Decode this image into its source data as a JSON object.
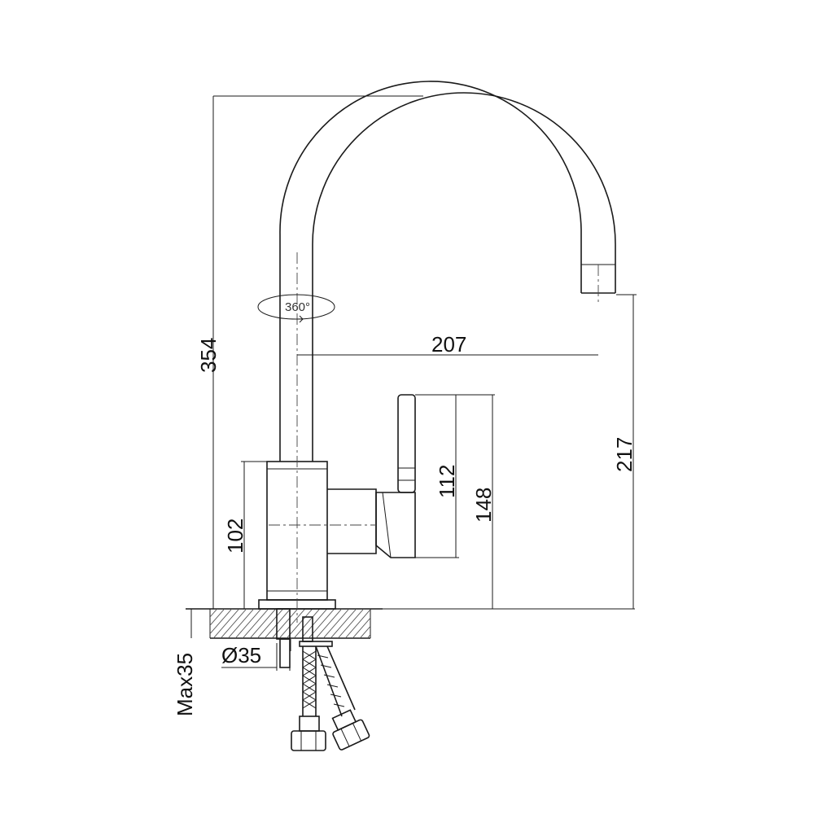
{
  "colors": {
    "line": "#1a1a1a",
    "background": "#ffffff"
  },
  "icons": {
    "rotation": "rotation-arrow-icon"
  },
  "rotation_label": "360°",
  "dimensions": {
    "total_height": "354",
    "spout_reach": "207",
    "spout_outlet_height": "217",
    "handle_height": "112",
    "handle_top_height": "148",
    "body_height": "102",
    "hole_diameter": "Ø35",
    "max_countertop": "Max35"
  }
}
